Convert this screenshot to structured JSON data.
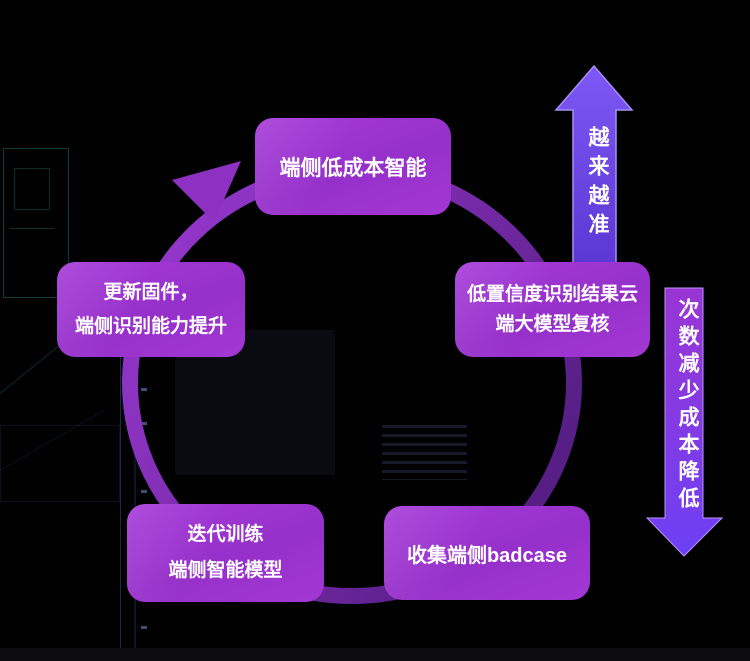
{
  "diagram": {
    "type": "cycle",
    "nodes": {
      "top": {
        "label": "端侧低成本智能"
      },
      "right": {
        "line1": "低置信度识别结果云",
        "line2": "端大模型复核"
      },
      "bottom_right": {
        "label": "收集端侧badcase"
      },
      "bottom_left": {
        "line1": "迭代训练",
        "line2": "端侧智能模型"
      },
      "left": {
        "line1": "更新固件，",
        "line2": "端侧识别能力提升"
      }
    },
    "side_arrows": {
      "up": {
        "label": "越来越准",
        "direction": "up"
      },
      "down": {
        "label": "次数减少成本降低",
        "direction": "down"
      }
    },
    "colors": {
      "background": "#000000",
      "node_fill": "#9e35d2",
      "node_text": "#ffffff",
      "ring_light": "#9a3ad4",
      "ring_dark": "#571f86",
      "up_arrow_fill": "#6a46e8",
      "down_arrow_top": "#9a35d6",
      "down_arrow_bottom": "#6c40f4"
    }
  }
}
